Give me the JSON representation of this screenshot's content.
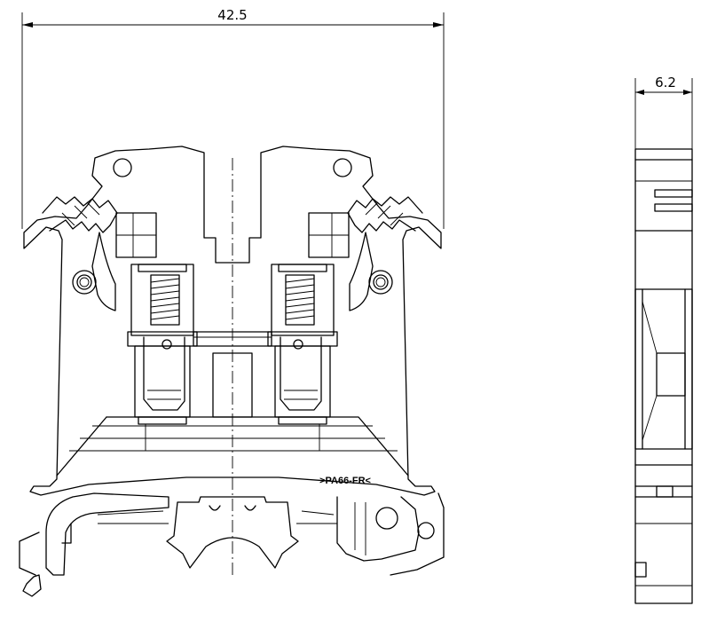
{
  "dimensions": {
    "width_label": "42.5",
    "thickness_label": "6.2"
  },
  "material_marking": ">PA66-FR<"
}
